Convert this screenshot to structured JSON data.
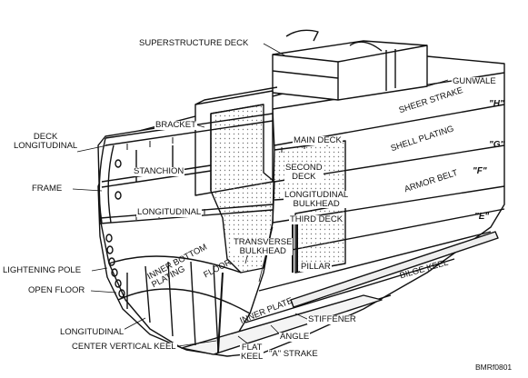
{
  "labels": {
    "superstructure_deck": "SUPERSTRUCTURE DECK",
    "gunwale": "GUNWALE",
    "bracket": "BRACKET",
    "sheer_strake": "SHEER STRAKE",
    "mark_h": "\"H\"",
    "deck_longitudinal": "DECK\nLONGITUDINAL",
    "main_deck": "MAIN DECK",
    "shell_plating": "SHELL PLATING",
    "mark_g": "\"G\"",
    "stanchion": "STANCHION",
    "second_deck": "SECOND\nDECK",
    "frame": "FRAME",
    "longitudinal_upper": "LONGITUDINAL",
    "longitudinal_bulkhead": "LONGITUDINAL\nBULKHEAD",
    "armor_belt": "ARMOR BELT",
    "mark_f": "\"F\"",
    "third_deck": "THIRD DECK",
    "transverse_bulkhead": "TRANSVERSE\nBULKHEAD",
    "mark_e": "\"E\"",
    "pillar": "PILLAR",
    "lightening_pole": "LIGHTENING POLE",
    "inner_bottom_plating": "INNER BOTTOM\nPLATING",
    "floor": "FLOOR",
    "open_floor": "OPEN FLOOR",
    "bilge_keel": "BILGE KEEL",
    "inner_plate": "INNER PLATE",
    "stiffener": "STIFFENER",
    "longitudinal_lower": "LONGITUDINAL",
    "angle": "ANGLE",
    "center_vertical_keel": "CENTER VERTICAL KEEL",
    "flat_keel": "FLAT\nKEEL",
    "a_strake": "\"A\" STRAKE",
    "figure_code": "BMRf0801"
  }
}
